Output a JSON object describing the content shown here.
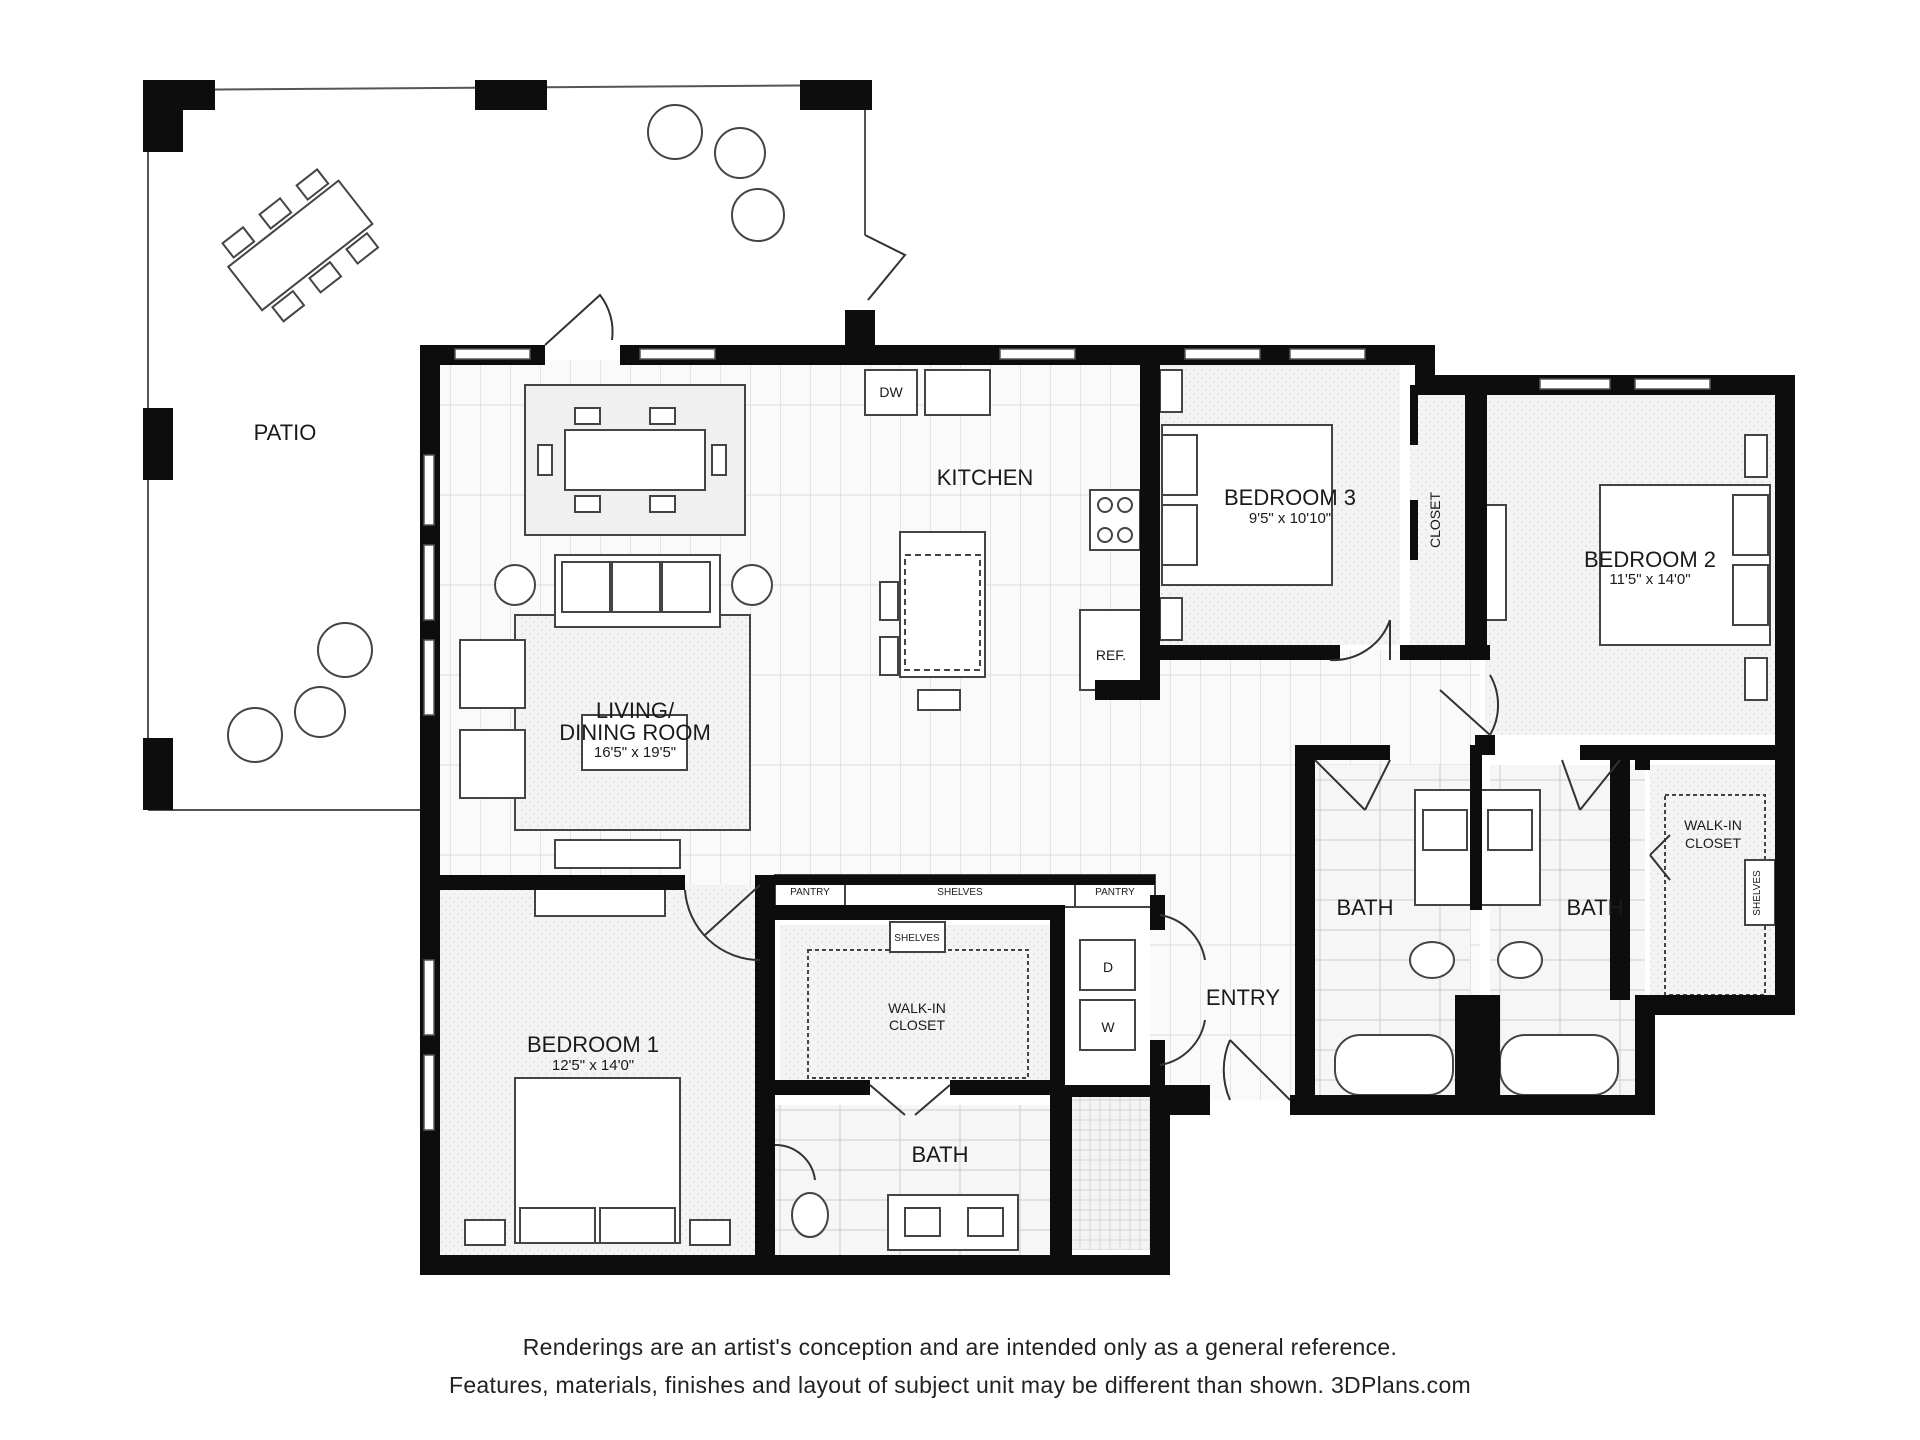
{
  "rooms": {
    "patio": "PATIO",
    "kitchen": "KITCHEN",
    "living_name_1": "LIVING/",
    "living_name_2": "DINING ROOM",
    "living_dim": "16'5\" x 19'5\"",
    "bedroom3": "BEDROOM 3",
    "bedroom3_dim": "9'5\" x 10'10\"",
    "bedroom3_closet": "CLOSET",
    "bedroom2": "BEDROOM 2",
    "bedroom2_dim": "11'5\" x 14'0\"",
    "bedroom1": "BEDROOM 1",
    "bedroom1_dim": "12'5\" x 14'0\"",
    "walkin_1": "WALK-IN",
    "walkin_2": "CLOSET",
    "walkin2_1": "WALK-IN",
    "walkin2_2": "CLOSET",
    "walkin2_shelves": "SHELVES",
    "bath_left": "BATH",
    "bath_right": "BATH",
    "bath_master": "BATH",
    "entry": "ENTRY",
    "pantry_left": "PANTRY",
    "pantry_right": "PANTRY",
    "shelves_hall": "SHELVES",
    "shelves_closet": "SHELVES"
  },
  "appliances": {
    "dishwasher": "DW",
    "refrigerator": "REF.",
    "dryer": "D",
    "washer": "W"
  },
  "colors": {
    "wall": "#0d0d0d",
    "floor_line": "#c8c8c8",
    "carpet": "#f3f3f3",
    "furniture_stroke": "#444444"
  },
  "footer": {
    "line1": "Renderings are an artist's conception and are intended only as a general reference.",
    "line2": "Features, materials, finishes and layout of subject unit may be different than shown. 3DPlans.com"
  }
}
